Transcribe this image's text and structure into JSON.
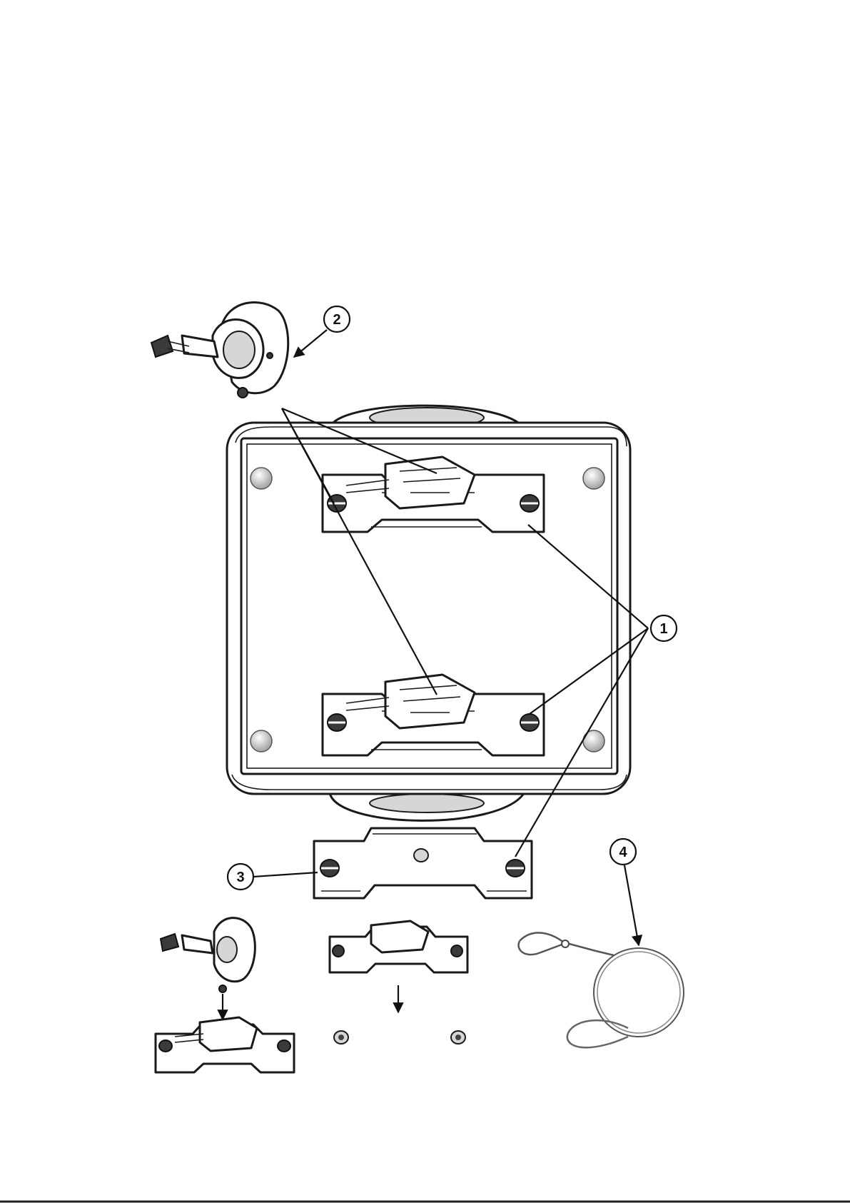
{
  "callouts": [
    {
      "id": "c1",
      "label": "1"
    },
    {
      "id": "c2",
      "label": "2"
    },
    {
      "id": "c3",
      "label": "3"
    },
    {
      "id": "c4",
      "label": "4"
    }
  ],
  "icons": [
    "half-coupler-clamp",
    "omega-bracket",
    "safety-wire",
    "quick-lock-fastener",
    "rubber-foot",
    "nut"
  ]
}
